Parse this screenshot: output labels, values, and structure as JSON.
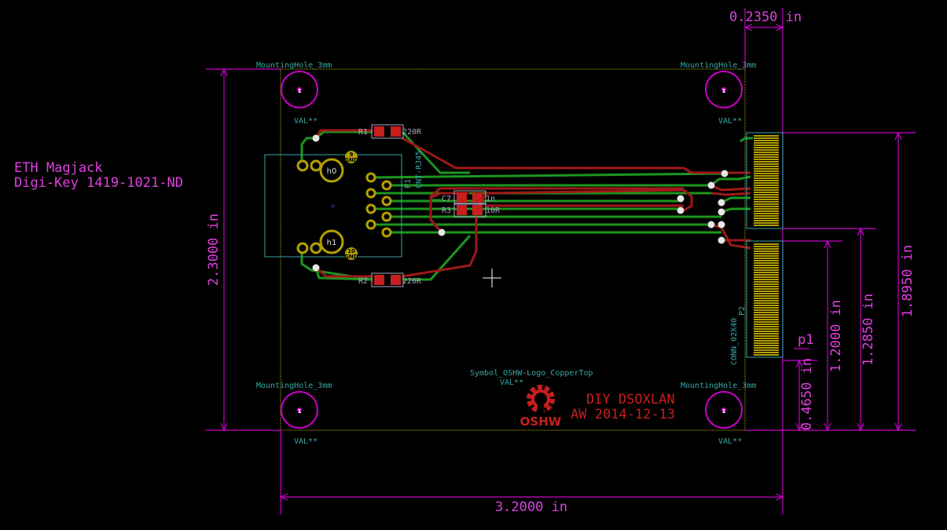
{
  "notes": {
    "line1": "ETH Magjack",
    "line2": "Digi-Key 1419-1021-ND"
  },
  "dimensions": {
    "top_width": "0.2350 in",
    "board_height": "2.3000 in",
    "board_width": "3.2000 in",
    "conn_height_1": "1.8950 in",
    "conn_height_2": "1.2850 in",
    "conn_height_3": "1.2000 in",
    "conn_height_4": "0.4650 in"
  },
  "mounting_holes": {
    "label": "MountingHole_3mm",
    "value": "VAL**",
    "pad": "1"
  },
  "components": {
    "r1_ref": "R1",
    "r1_val": "220R",
    "r2_ref": "R2",
    "r2_val": "220R",
    "c7_ref": "C7",
    "c7_val": "1n",
    "r3_ref": "R3",
    "r3_val": "10R",
    "p1_ref": "P1",
    "p1_val": "CNT-RJ45",
    "p2_ref": "P2",
    "p2_val": "CONN_02X40",
    "h0": "h0",
    "h1": "h1",
    "gnd9": "9",
    "gnd10": "10",
    "gnd_label": "GND",
    "logo_label": "Symbol_OSHW-Logo_CopperTop",
    "logo_val": "VAL**",
    "marker": "p1"
  },
  "board_text": {
    "line1": "DIY DSOXLAN",
    "line2": "AW 2014-12-13",
    "logo": "OSHW"
  },
  "colors": {
    "dimension": "#c800c8",
    "silkscreen": "#3aa6a6",
    "front_copper": "#c81e1e",
    "back_copper": "#1e961e",
    "pad_gold": "#b4a000"
  }
}
